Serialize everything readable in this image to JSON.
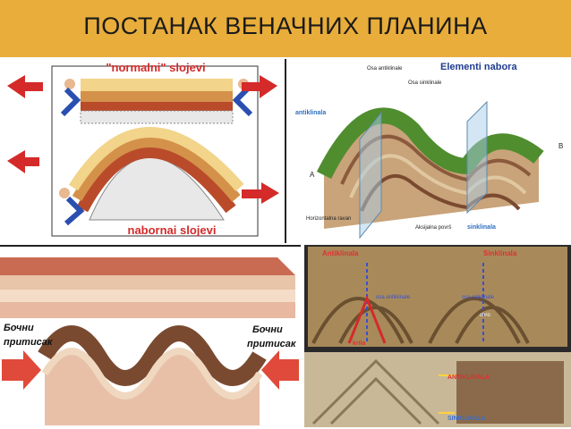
{
  "slide": {
    "title": "ПОСТАНАК ВЕНАЧНИХ ПЛАНИНА"
  },
  "panel_normal": {
    "top_label": "\"normalni\" slojevi",
    "bottom_label": "nabornai slojevi"
  },
  "panel_elements": {
    "heading": "Elementi nabora",
    "axis_anticline": "Osa antiklinale",
    "axis_syncline": "Osa sinklinale",
    "anticline": "antiklinala",
    "syncline": "sinklinala",
    "point_a": "A",
    "point_b": "B",
    "horizontal_plane": "Horizontalna ravan",
    "axial_plane": "Aksijalna površ",
    "colors": {
      "heading": "#1f3c8f",
      "anticline": "#2e6fc0",
      "syncline": "#2e6fc0"
    }
  },
  "panel_pressure": {
    "left_label_1": "Бочни",
    "left_label_2": "притисак",
    "right_label_1": "Бочни",
    "right_label_2": "притисак"
  },
  "panel_photos": {
    "top_anticline": "Antiklinala",
    "top_syncline": "Sinklinala",
    "axis_left": "osa antiklinale",
    "axis_right": "osa sinklinale",
    "limbs": "krila",
    "bottom_anticline": "ANTIKLINALA",
    "bottom_syncline": "SINKLINALA",
    "core": "chro"
  }
}
